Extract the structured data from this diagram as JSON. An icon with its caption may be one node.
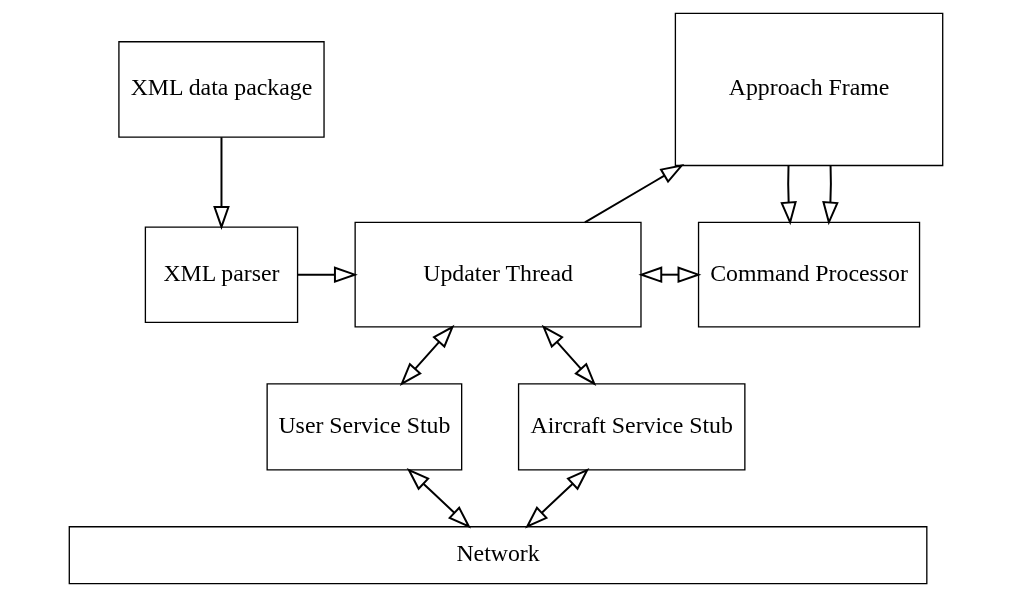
{
  "diagram": {
    "nodes": [
      {
        "text": [
          "XML data package"
        ]
      },
      {
        "text": [
          "XML parser"
        ]
      },
      {
        "text": [
          "Updater Thread"
        ]
      },
      {
        "text": [
          "Approach Frame"
        ]
      },
      {
        "text": [
          "Command Processor"
        ]
      },
      {
        "text": [
          "User Service Stub"
        ]
      },
      {
        "text": [
          "Aircraft Service Stub"
        ]
      },
      {
        "text": [
          "Network"
        ]
      }
    ],
    "edges": [
      {
        "from": 0,
        "to": 1,
        "arrow": "to"
      },
      {
        "from": 1,
        "to": 2,
        "arrow": "to"
      },
      {
        "from": 2,
        "to": 3,
        "arrow": "to"
      },
      {
        "from": 3,
        "to": 4,
        "arrow": "to"
      },
      {
        "from": 3,
        "to": 4,
        "arrow": "to"
      },
      {
        "from": 2,
        "to": 4,
        "arrow": "both"
      },
      {
        "from": 2,
        "to": 5,
        "arrow": "both"
      },
      {
        "from": 2,
        "to": 6,
        "arrow": "both"
      },
      {
        "from": 5,
        "to": 7,
        "arrow": "both"
      },
      {
        "from": 6,
        "to": 7,
        "arrow": "both"
      }
    ]
  }
}
